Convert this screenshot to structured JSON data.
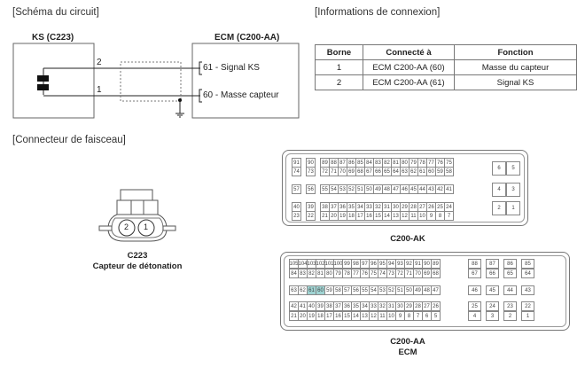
{
  "sections": {
    "circuit": "[Schéma du circuit]",
    "connection_info": "[Informations de connexion]",
    "harness": "[Connecteur de faisceau]"
  },
  "circuit": {
    "ks_label": "KS (C223)",
    "ecm_label": "ECM (C200-AA)",
    "wire_top_pin": "2",
    "wire_bottom_pin": "1",
    "ecm_pin_top": "61 - Signal KS",
    "ecm_pin_bottom": "60 - Masse capteur"
  },
  "table": {
    "headers": [
      "Borne",
      "Connecté à",
      "Fonction"
    ],
    "rows": [
      [
        "1",
        "ECM C200-AA (60)",
        "Masse du capteur"
      ],
      [
        "2",
        "ECM C200-AA (61)",
        "Signal KS"
      ]
    ]
  },
  "ks_connector": {
    "pins": [
      "2",
      "1"
    ],
    "name": "C223",
    "desc": "Capteur de détonation"
  },
  "ak_connector": {
    "name": "C200-AK",
    "highlight_color": "#9fd3d2"
  },
  "aa_connector": {
    "name": "C200-AA",
    "sub": "ECM",
    "highlighted_pins": [
      "61",
      "60"
    ],
    "highlight_color": "#9fd3d2"
  }
}
